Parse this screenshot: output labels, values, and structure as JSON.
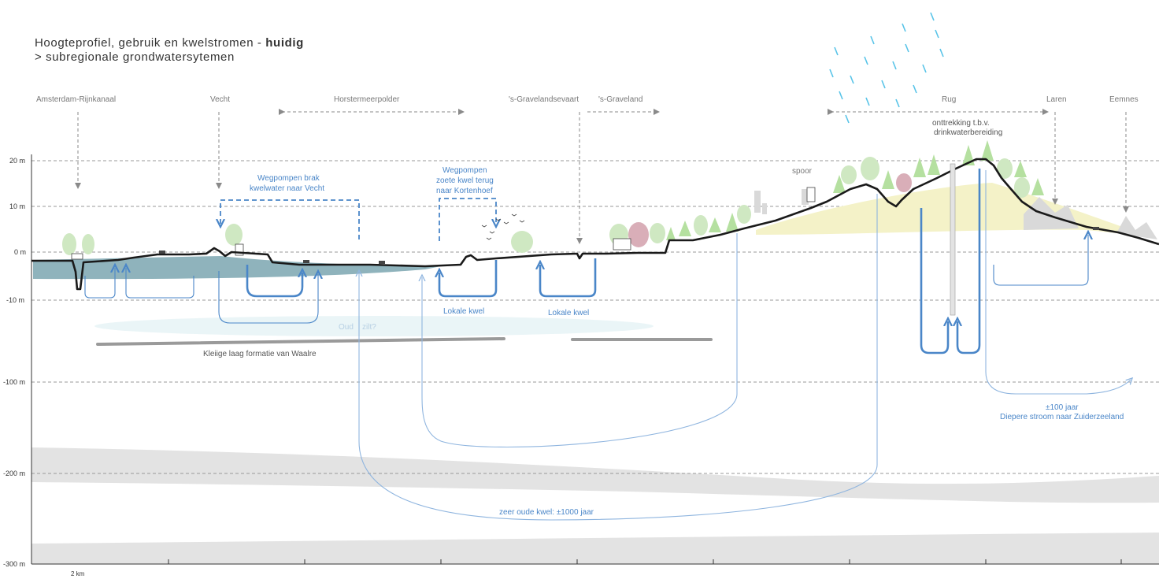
{
  "title": {
    "main": "Hoogteprofiel, gebruik en kwelstromen - ",
    "emphasis": "huidig",
    "sub": "> subregionale grondwatersytemen"
  },
  "places": {
    "amsterdam_rijnkanaal": "Amsterdam-Rijnkanaal",
    "vecht": "Vecht",
    "horstermeerpolder": "Horstermeerpolder",
    "s_gravelandsevaart": "'s-Gravelandsevaart",
    "s_graveland": "'s-Graveland",
    "rug": "Rug",
    "laren": "Laren",
    "eemnes": "Eemnes",
    "spoor": "spoor"
  },
  "annotations": {
    "wegpompen_brak": [
      "Wegpompen brak",
      "kwelwater naar Vecht"
    ],
    "wegpompen_zoet": [
      "Wegpompen",
      "zoete kwel terug",
      "naar Kortenhoef"
    ],
    "onttrekking": [
      "onttrekking t.b.v.",
      "drinkwaterbereiding"
    ],
    "lokale_kwel_1": "Lokale kwel",
    "lokale_kwel_2": "Lokale kwel",
    "oud": "Oud",
    "zilt": "zilt?",
    "kleiige_laag": "Kleiige laag formatie van Waalre",
    "honderd_jaar": [
      "±100 jaar",
      "Diepere stroom naar Zuiderzeeland"
    ],
    "zeer_oude_kwel": "zeer oude kwel: ±1000 jaar"
  },
  "y_axis": [
    "20 m",
    "10 m",
    "0 m",
    "-10 m",
    "-100 m",
    "-200 m",
    "-300 m"
  ],
  "scale_label": "2 km",
  "colors": {
    "water": "#4a86c8",
    "water_light": "#8fb5df",
    "groundwater": "#8fb3bc",
    "clay": "#9a9a9a",
    "deep_layer": "#e3e3e3",
    "rain": "#59c4e8",
    "sand": "#f4f2c8",
    "tree": "#b5e0a0"
  }
}
